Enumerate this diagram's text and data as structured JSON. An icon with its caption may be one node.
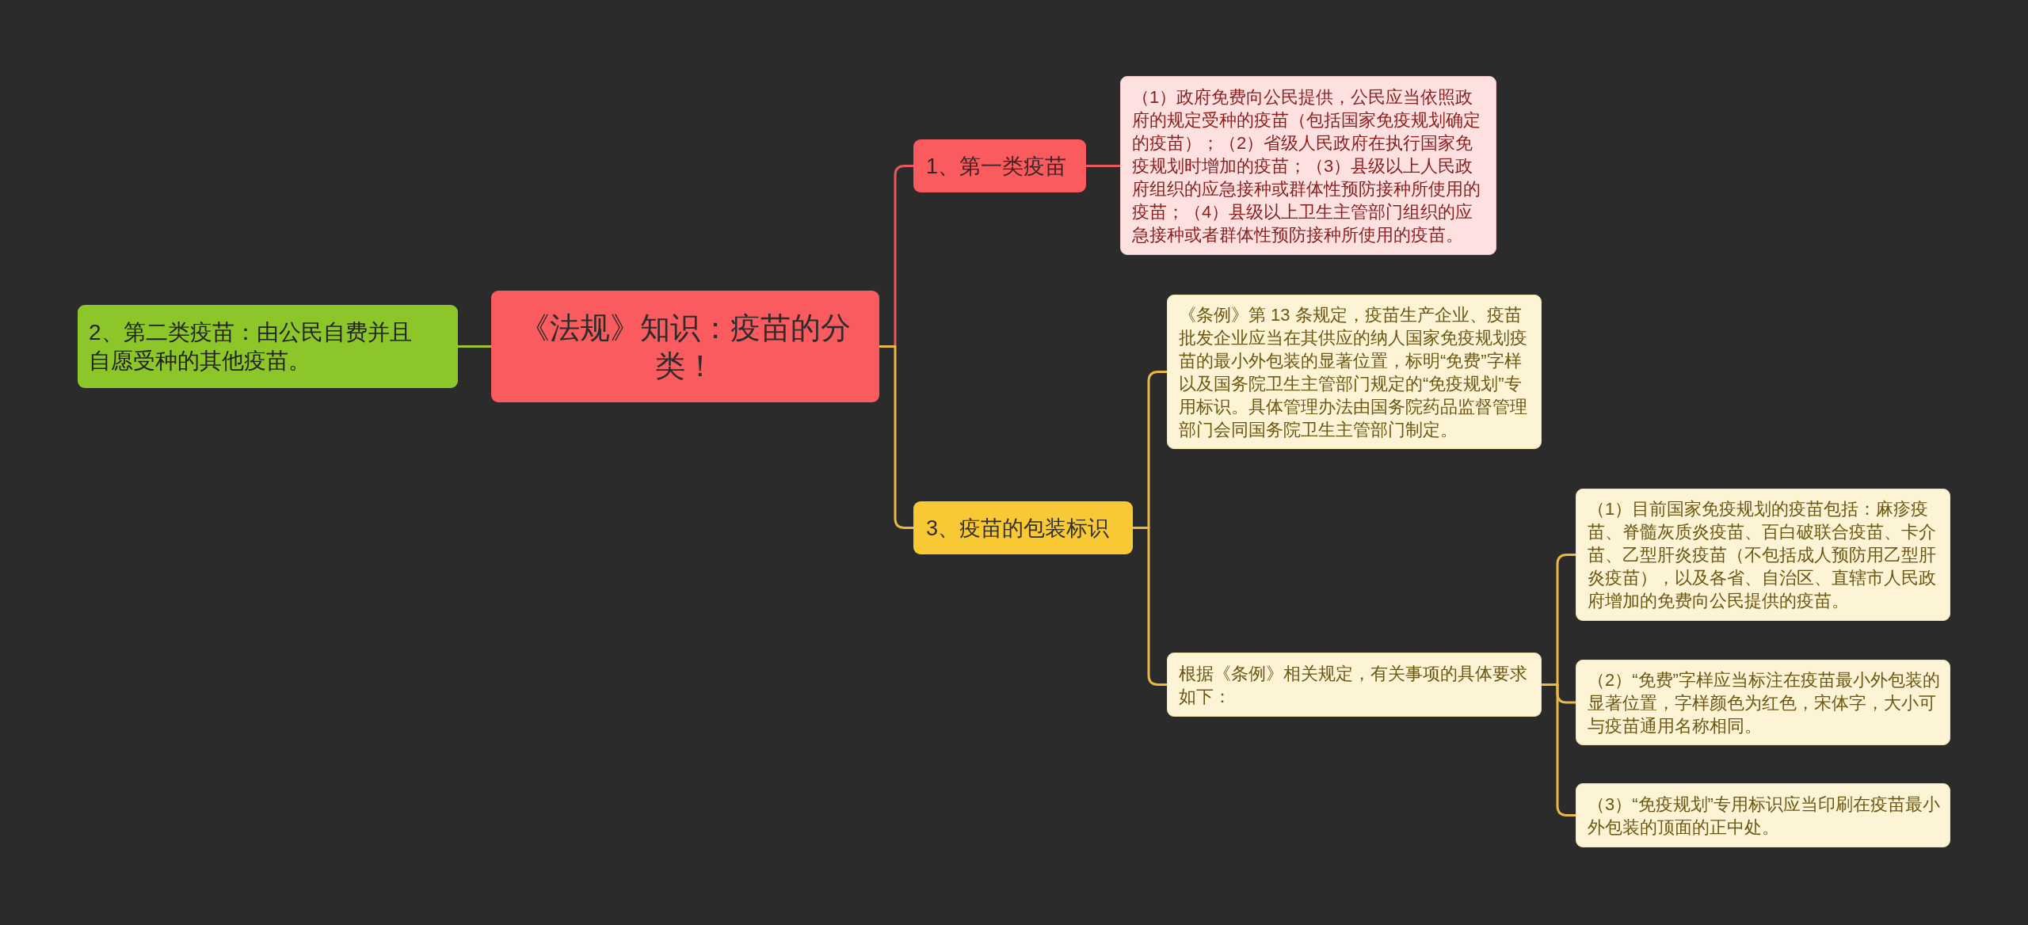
{
  "diagram": {
    "nodes": [
      {
        "text": [
          "《法规》知识：疫苗的分类！"
        ]
      },
      {
        "text": [
          "1、第一类疫苗"
        ]
      },
      {
        "text": [
          "（1）政府免费向公民提供，公民应当依照政府的规定受种的疫苗（包括国家免疫规划确定的疫苗）；（2）省级人民政府在执行国家免疫规划时增加的疫苗；（3）县级以上人民政府组织的应急接种或群体性预防接种所使用的疫苗；（4）县级以上卫生主管部门组织的应急接种或者群体性预防接种所使用的疫苗。"
        ]
      },
      {
        "text": [
          "2、第二类疫苗：由公民自费并且自愿受种的其他疫苗。"
        ]
      },
      {
        "text": [
          "3、疫苗的包装标识"
        ]
      },
      {
        "text": [
          "《条例》第 13 条规定，疫苗生产企业、疫苗批发企业应当在其供应的纳人国家免疫规划疫苗的最小外包装的显著位置，标明“免费”字样以及国务院卫生主管部门规定的“免疫规划”专用标识。具体管理办法由国务院药品监督管理部门会同国务院卫生主管部门制定。"
        ]
      },
      {
        "text": [
          "根据《条例》相关规定，有关事项的具体要求如下："
        ]
      },
      {
        "text": [
          "（1）目前国家免疫规划的疫苗包括：麻疹疫苗、脊髓灰质炎疫苗、百白破联合疫苗、卡介苗、乙型肝炎疫苗（不包括成人预防用乙型肝炎疫苗），以及各省、自治区、直辖市人民政府增加的免费向公民提供的疫苗。"
        ]
      },
      {
        "text": [
          "（2）“免费”字样应当标注在疫苗最小外包装的显著位置，字样颜色为红色，宋体字，大小可与疫苗通用名称相同。"
        ]
      },
      {
        "text": [
          "（3）“免疫规划”专用标识应当印刷在疫苗最小外包装的顶面的正中处。"
        ]
      }
    ],
    "edges": [
      {
        "from": 0,
        "to": 1,
        "arrow": "none",
        "color": "#e8575b"
      },
      {
        "from": 1,
        "to": 2,
        "arrow": "none",
        "color": "#e8575b"
      },
      {
        "from": 0,
        "to": 3,
        "arrow": "none",
        "color": "#9cc52c"
      },
      {
        "from": 0,
        "to": 4,
        "arrow": "none"
      },
      {
        "from": 4,
        "to": 5,
        "arrow": "none"
      },
      {
        "from": 4,
        "to": 6,
        "arrow": "none"
      },
      {
        "from": 6,
        "to": 7,
        "arrow": "none"
      },
      {
        "from": 6,
        "to": 8,
        "arrow": "none"
      },
      {
        "from": 6,
        "to": 9,
        "arrow": "none"
      }
    ]
  }
}
